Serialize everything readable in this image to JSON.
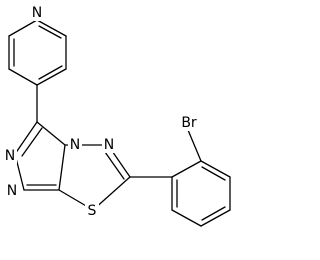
{
  "structure": {
    "atoms": {
      "pyridine_n": "N",
      "triazole_n_a": "N",
      "triazole_n_b": "N",
      "bridge_n": "N",
      "thiadiazole_n": "N",
      "thiadiazole_s": "S",
      "bromine": "Br"
    }
  }
}
